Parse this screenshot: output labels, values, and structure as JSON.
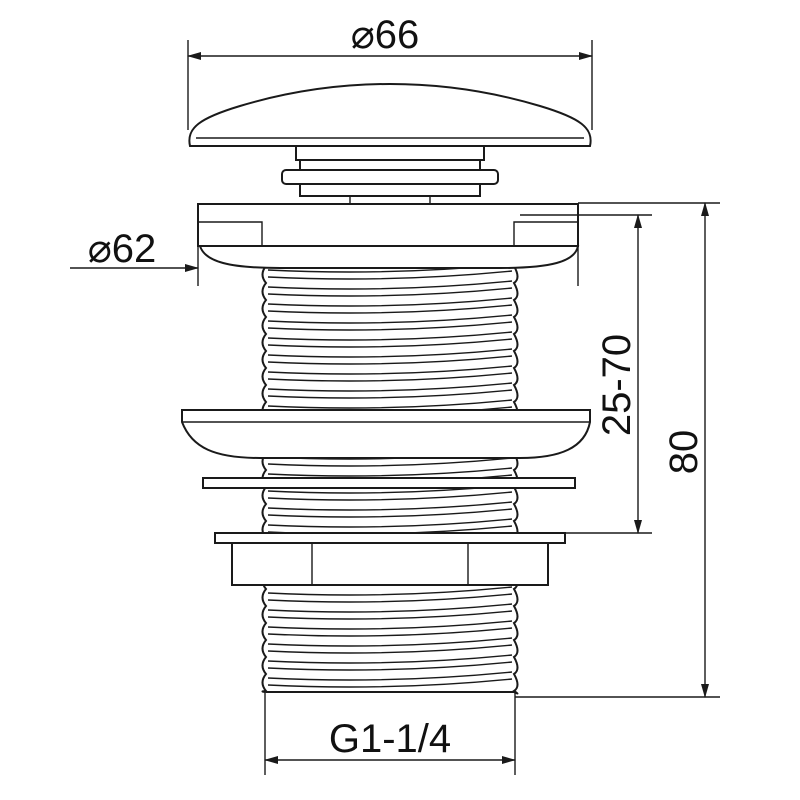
{
  "title": "Pop-up waste technical drawing",
  "dimensions": {
    "cap_diameter": "⌀66",
    "flange_diameter": "⌀62",
    "clamp_range": "25-70",
    "total_height": "80",
    "thread": "G1-1/4"
  },
  "colors": {
    "line": "#1a1a1a",
    "background": "#ffffff"
  }
}
